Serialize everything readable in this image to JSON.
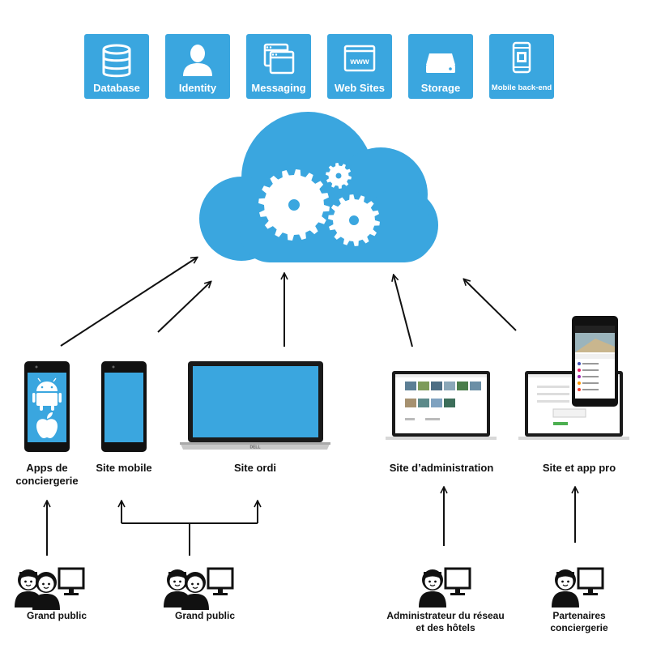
{
  "services": [
    {
      "label": "Database",
      "icon": "database-icon"
    },
    {
      "label": "Identity",
      "icon": "identity-icon"
    },
    {
      "label": "Messaging",
      "icon": "messaging-icon"
    },
    {
      "label": "Web Sites",
      "icon": "web-sites-icon"
    },
    {
      "label": "Storage",
      "icon": "storage-icon"
    },
    {
      "label": "Mobile back-end",
      "icon": "mobile-backend-icon"
    }
  ],
  "devices": [
    {
      "label_line1": "Apps de",
      "label_line2": "conciergerie"
    },
    {
      "label": "Site mobile"
    },
    {
      "label": "Site ordi"
    },
    {
      "label": "Site d’administration"
    },
    {
      "label": "Site et app pro"
    }
  ],
  "users": [
    {
      "label": "Grand public"
    },
    {
      "label": "Grand public"
    },
    {
      "label_line1": "Administrateur du réseau",
      "label_line2": "et des hôtels"
    },
    {
      "label_line1": "Partenaires",
      "label_line2": "conciergerie"
    }
  ],
  "laptop_brand": "DELL",
  "colors": {
    "accent": "#3aa6df",
    "dark": "#111111"
  }
}
